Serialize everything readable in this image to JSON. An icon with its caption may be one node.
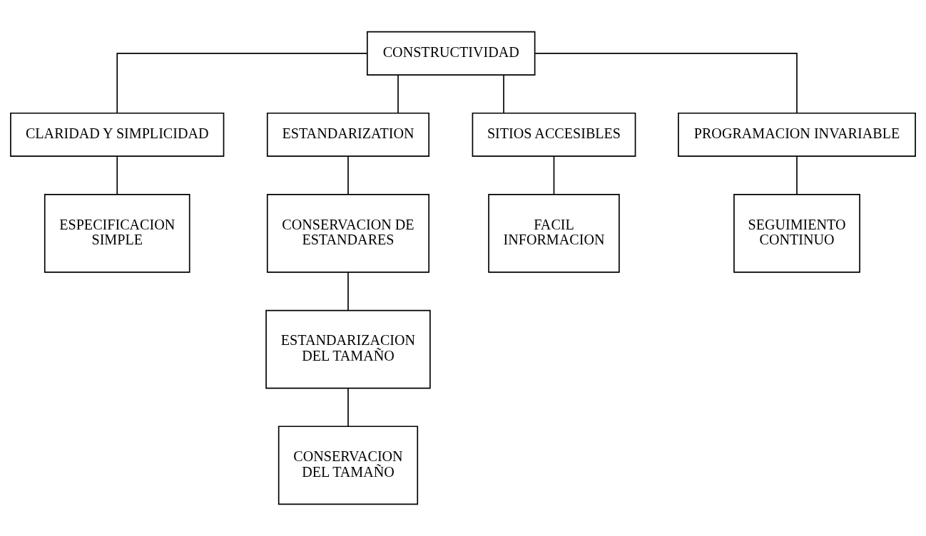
{
  "diagram": {
    "nodes": [
      {
        "text": [
          "CONSTRUCTIVIDAD"
        ]
      },
      {
        "text": [
          "CLARIDAD Y SIMPLICIDAD"
        ]
      },
      {
        "text": [
          "ESTANDARIZATION"
        ]
      },
      {
        "text": [
          "SITIOS ACCESIBLES"
        ]
      },
      {
        "text": [
          "PROGRAMACION INVARIABLE"
        ]
      },
      {
        "text": [
          "ESPECIFICACION SIMPLE"
        ]
      },
      {
        "text": [
          "CONSERVACION DE ESTANDARES"
        ]
      },
      {
        "text": [
          "FACIL INFORMACION"
        ]
      },
      {
        "text": [
          "SEGUIMIENTO CONTINUO"
        ]
      },
      {
        "text": [
          "ESTANDARIZACION DEL TAMAÑO"
        ]
      },
      {
        "text": [
          "CONSERVACION DEL TAMAÑO"
        ]
      }
    ],
    "edges": [
      {
        "from": 0,
        "to": 1,
        "arrow": "none"
      },
      {
        "from": 0,
        "to": 2,
        "arrow": "none"
      },
      {
        "from": 0,
        "to": 3,
        "arrow": "none"
      },
      {
        "from": 0,
        "to": 4,
        "arrow": "none"
      },
      {
        "from": 1,
        "to": 5,
        "arrow": "none"
      },
      {
        "from": 2,
        "to": 6,
        "arrow": "none"
      },
      {
        "from": 3,
        "to": 7,
        "arrow": "none"
      },
      {
        "from": 4,
        "to": 8,
        "arrow": "none"
      },
      {
        "from": 6,
        "to": 9,
        "arrow": "none"
      },
      {
        "from": 9,
        "to": 10,
        "arrow": "none"
      }
    ]
  }
}
